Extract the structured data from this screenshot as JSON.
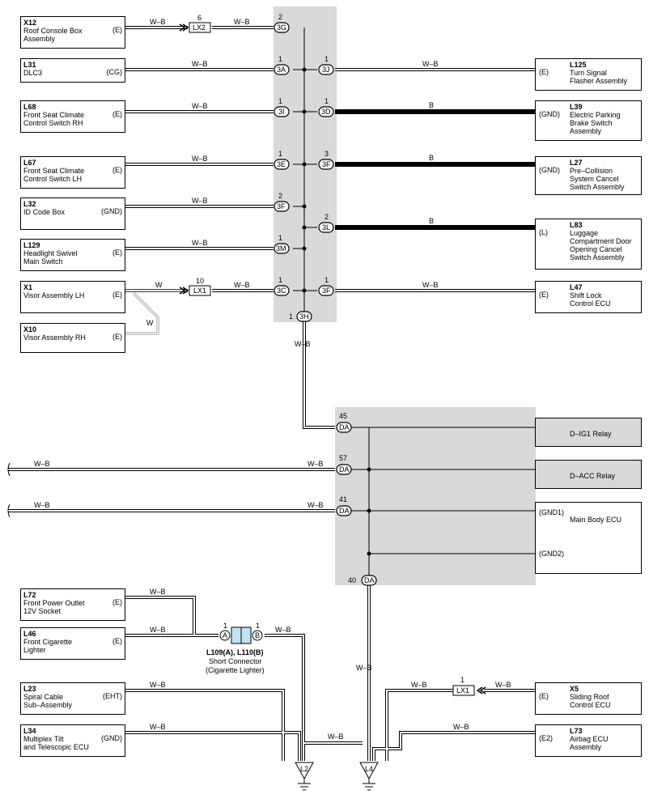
{
  "left_components": [
    {
      "code": "X12",
      "name": "Roof Console Box\nAssembly",
      "pin": "(E)"
    },
    {
      "code": "L31",
      "name": "DLC3",
      "pin": "(CG)"
    },
    {
      "code": "L68",
      "name": "Front Seat Climate\nControl Switch RH",
      "pin": "(E)"
    },
    {
      "code": "L67",
      "name": "Front Seat Climate\nControl Switch LH",
      "pin": "(E)"
    },
    {
      "code": "L32",
      "name": "ID Code Box",
      "pin": "(GND)"
    },
    {
      "code": "L129",
      "name": "Headlight Swivel\nMain Switch",
      "pin": "(E)"
    },
    {
      "code": "X1",
      "name": "Visor Assembly LH",
      "pin": "(E)"
    },
    {
      "code": "X10",
      "name": "Visor Assembly RH",
      "pin": "(E)"
    },
    {
      "code": "L72",
      "name": "Front Power Outlet\n12V Socket",
      "pin": "(E)"
    },
    {
      "code": "L46",
      "name": "Front Cigarette\nLighter",
      "pin": "(E)"
    },
    {
      "code": "L23",
      "name": "Spiral Cable\nSub–Assembly",
      "pin": "(EHT)"
    },
    {
      "code": "L34",
      "name": "Multiplex Tilt\nand Telescopic ECU",
      "pin": "(GND)"
    }
  ],
  "right_components": [
    {
      "code": "L125",
      "name": "Turn Signal\nFlasher Assembly",
      "pin": "(E)"
    },
    {
      "code": "L39",
      "name": "Electric Parking\nBrake Switch\nAssembly",
      "pin": "(GND)"
    },
    {
      "code": "L27",
      "name": "Pre–Collision\nSystem Cancel\nSwitch Assembly",
      "pin": "(GND)"
    },
    {
      "code": "L83",
      "name": "Luggage\nCompartment Door\nOpening Cancel\nSwitch Assembly",
      "pin": "(L)"
    },
    {
      "code": "L47",
      "name": "Shift Lock\nControl ECU",
      "pin": "(E)"
    },
    {
      "code": "X5",
      "name": "Sliding Roof\nControl ECU",
      "pin": "(E)"
    },
    {
      "code": "L73",
      "name": "Airbag ECU\nAssembly",
      "pin": "(E2)"
    }
  ],
  "ecu": {
    "relay1": "D–IG1 Relay",
    "relay2": "D–ACC Relay",
    "main_name": "Main Body ECU",
    "pin_gnd1": "(GND1)",
    "pin_gnd2": "(GND2)"
  },
  "connectors": {
    "c3g": "3G",
    "c3a": "3A",
    "c3j": "3J",
    "c3i": "3I",
    "c3d": "3D",
    "c3e": "3E",
    "c3f": "3F",
    "c3l": "3L",
    "c3m": "3M",
    "c3c": "3C",
    "c3h": "3H",
    "da": "DA",
    "lx1": "LX1",
    "lx2": "LX2",
    "ja": "A",
    "jb": "B"
  },
  "pin_numbers": {
    "n1": "1",
    "n2": "2",
    "n3": "3",
    "n6": "6",
    "n10": "10",
    "n40": "40",
    "n41": "41",
    "n45": "45",
    "n57": "57"
  },
  "wires": {
    "wb": "W–B",
    "w": "W",
    "b": "B"
  },
  "short_connector": {
    "title": "L109(A), L110(B)",
    "line1": "Short Connector",
    "line2": "(Cigarette Lighter)"
  },
  "grounds": {
    "g2": "L2",
    "g4": "L4"
  }
}
